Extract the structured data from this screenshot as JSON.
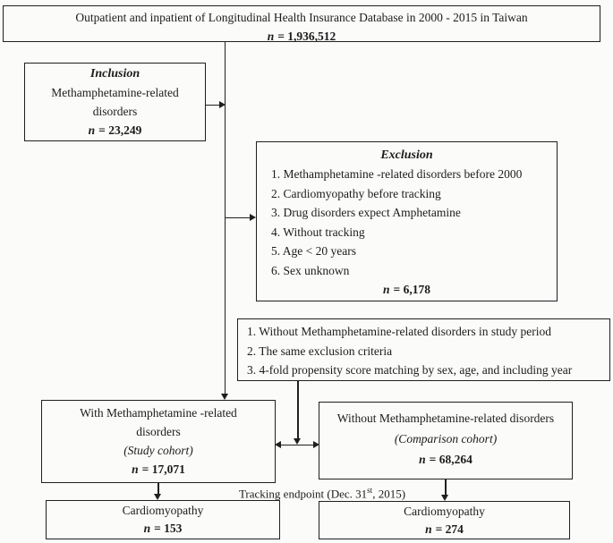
{
  "palette": {
    "ink": "#1f1f1f",
    "background": "#fbfbfa"
  },
  "top_box": {
    "title": "Outpatient and inpatient of Longitudinal Health Insurance Database in 2000 - 2015 in Taiwan",
    "n_symbol": "n",
    "n_value": "= 1,936,512"
  },
  "inclusion_box": {
    "heading": "Inclusion",
    "line1": "Methamphetamine-related",
    "line2": "disorders",
    "n_symbol": "n",
    "n_value": "= 23,249"
  },
  "exclusion_box": {
    "heading": "Exclusion",
    "items": [
      "1. Methamphetamine -related disorders before 2000",
      "2. Cardiomyopathy before tracking",
      "3. Drug disorders expect Amphetamine",
      "4. Without tracking",
      "5. Age < 20 years",
      "6. Sex unknown"
    ],
    "n_symbol": "n",
    "n_value": "= 6,178"
  },
  "matching_box": {
    "items": [
      "1. Without Methamphetamine-related disorders in study period",
      "2. The same exclusion criteria",
      "3. 4-fold propensity score matching by sex, age, and including year"
    ]
  },
  "study_cohort_box": {
    "line1": "With Methamphetamine -related",
    "line2": "disorders",
    "subtitle": "(Study cohort)",
    "n_symbol": "n",
    "n_value": "= 17,071"
  },
  "comparison_cohort_box": {
    "line1": "Without Methamphetamine-related disorders",
    "subtitle": "(Comparison cohort)",
    "n_symbol": "n",
    "n_value": "= 68,264"
  },
  "tracking_label": {
    "prefix": "Tracking endpoint (Dec. 31",
    "superscript": "st",
    "suffix": ", 2015)"
  },
  "study_outcome_box": {
    "title": "Cardiomyopathy",
    "n_symbol": "n",
    "n_value": "= 153"
  },
  "comparison_outcome_box": {
    "title": "Cardiomyopathy",
    "n_symbol": "n",
    "n_value": "= 274"
  }
}
